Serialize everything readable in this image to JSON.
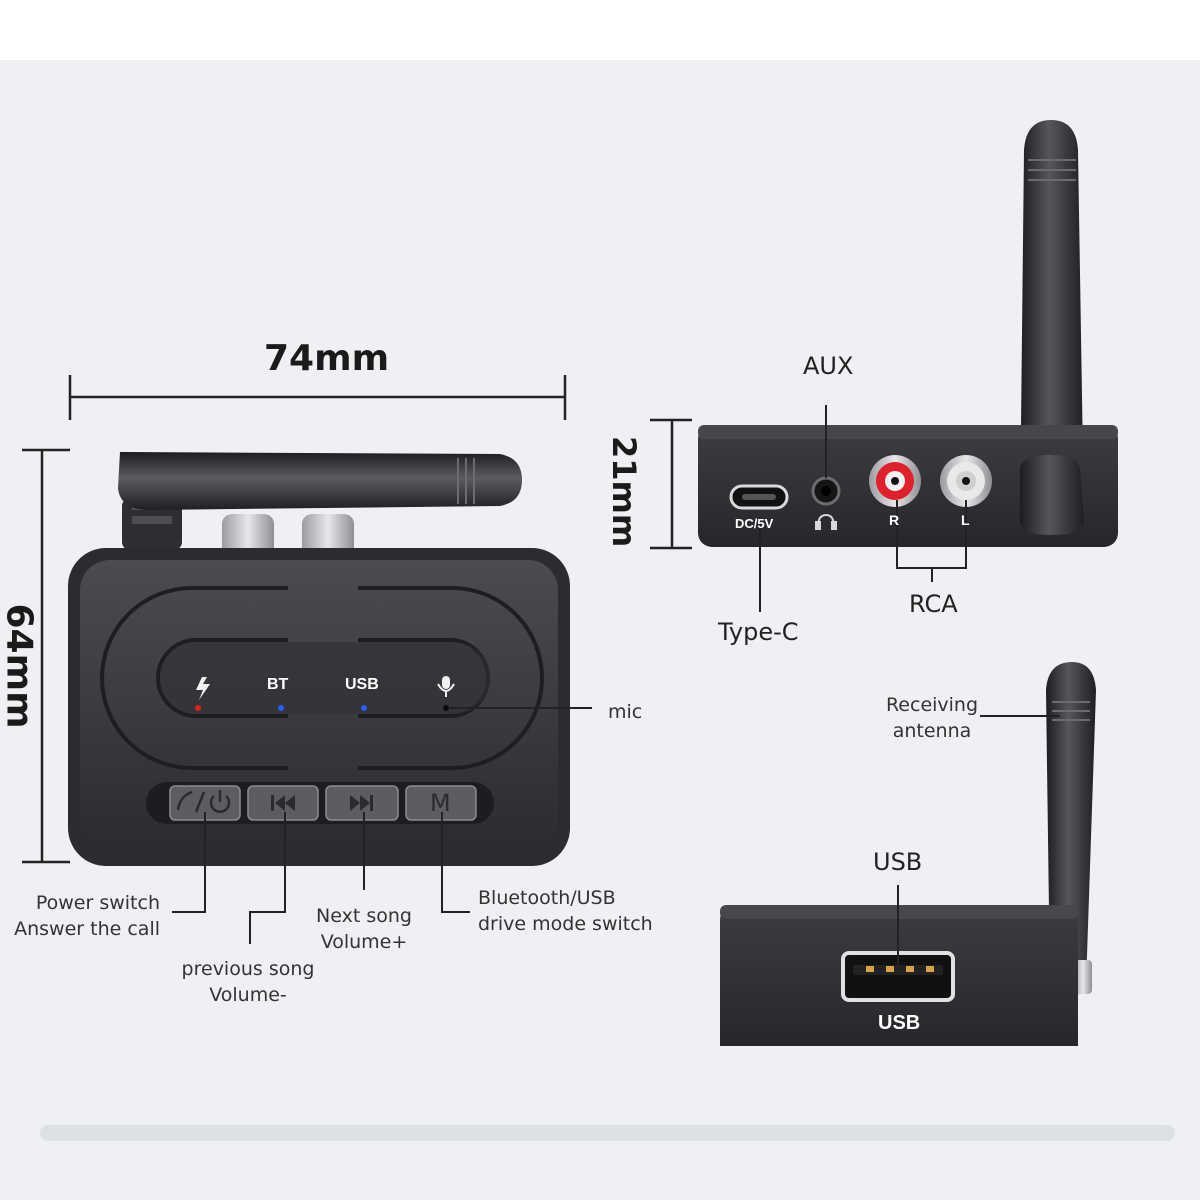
{
  "dimensions": {
    "width": "74mm",
    "height": "64mm",
    "depth": "21mm"
  },
  "front_panel": {
    "indicators": [
      "BT",
      "USB"
    ],
    "buttons": [
      "M"
    ]
  },
  "port_labels": {
    "aux": "AUX",
    "type_c": "Type-C",
    "rca": "RCA",
    "dc": "DC/5V",
    "r": "R",
    "l": "L",
    "usb_port": "USB",
    "usb_callout": "USB"
  },
  "callouts": {
    "mic": "mic",
    "power_line1": "Power switch",
    "power_line2": "Answer the call",
    "prev_line1": "previous song",
    "prev_line2": "Volume-",
    "next_line1": "Next song",
    "next_line2": "Volume+",
    "mode_line1": "Bluetooth/USB",
    "mode_line2": "drive mode switch",
    "antenna_line1": "Receiving",
    "antenna_line2": "antenna"
  },
  "colors": {
    "background": "#eef0f3",
    "device": "#2b2c30",
    "rca_red": "#e0202a",
    "led_blue": "#2a5cff",
    "led_red": "#e02020"
  }
}
